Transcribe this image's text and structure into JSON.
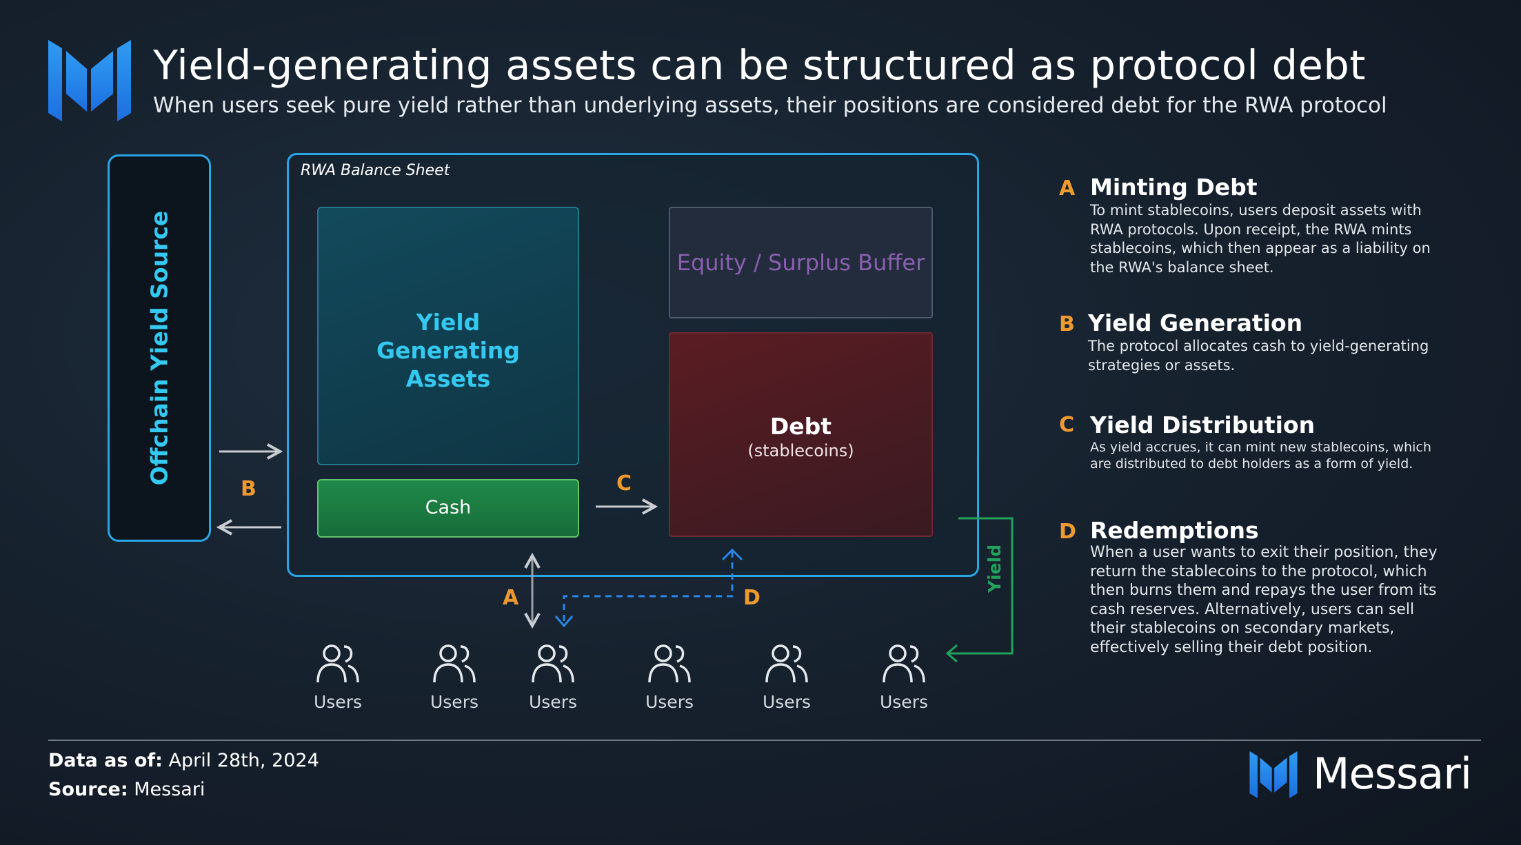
{
  "header": {
    "title": "Yield-generating assets can be structured as protocol debt",
    "subtitle": "When users seek pure yield rather than underlying assets, their positions are considered debt for the RWA protocol"
  },
  "diagram": {
    "offchain_label": "Offchain Yield Source",
    "balance_sheet_label": "RWA Balance Sheet",
    "yield_assets_label": "Yield Generating Assets",
    "cash_label": "Cash",
    "equity_label": "Equity / Surplus Buffer",
    "debt_label": "Debt",
    "debt_sub": "(stablecoins)",
    "flow_letters": {
      "a": "A",
      "b": "B",
      "c": "C",
      "d": "D"
    },
    "yield_flow_label": "Yield",
    "users": [
      "Users",
      "Users",
      "Users",
      "Users",
      "Users",
      "Users"
    ]
  },
  "legend": [
    {
      "letter": "A",
      "title": "Minting Debt",
      "text": "To mint stablecoins, users deposit assets with RWA protocols. Upon receipt, the RWA mints stablecoins, which then appear as a liability on the RWA's balance sheet."
    },
    {
      "letter": "B",
      "title": "Yield Generation",
      "text": "The protocol allocates cash to yield-generating strategies or assets."
    },
    {
      "letter": "C",
      "title": "Yield Distribution",
      "text": "As yield accrues, it can mint new stablecoins, which are distributed to debt holders as a form of yield."
    },
    {
      "letter": "D",
      "title": "Redemptions",
      "text": "When a user wants to exit their position, they return the stablecoins to the protocol, which then burns them and repays the user from its cash reserves. Alternatively, users can sell their stablecoins on secondary markets, effectively selling their debt position."
    }
  ],
  "footer": {
    "data_as_of_key": "Data as of:",
    "data_as_of_value": "April 28th, 2024",
    "source_key": "Source:",
    "source_value": "Messari",
    "brand": "Messari"
  },
  "colors": {
    "accent_blue": "#2aa6e6",
    "cyan_text": "#33c9f1",
    "orange_letters": "#ef9a2e",
    "cash_green": "#1f8a4a",
    "debt_red": "#5a1c22",
    "equity_purple": "#8b5fb0",
    "yield_green": "#21a35c"
  },
  "icons": {
    "logo": "messari-logo-icon",
    "user": "users-icon"
  }
}
